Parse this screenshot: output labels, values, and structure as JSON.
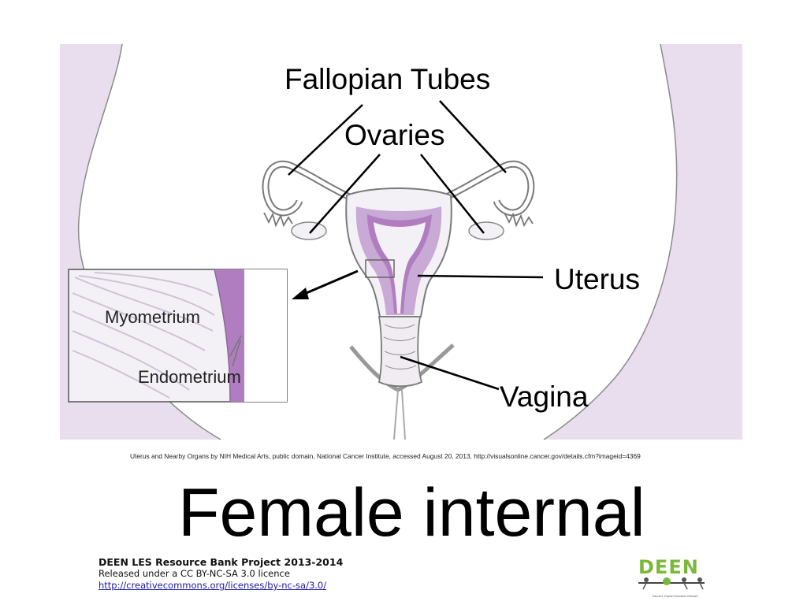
{
  "diagram": {
    "labels": {
      "fallopian_tubes": "Fallopian Tubes",
      "ovaries": "Ovaries",
      "uterus": "Uterus",
      "vagina": "Vagina"
    },
    "inset": {
      "myometrium": "Myometrium",
      "endometrium": "Endometrium"
    },
    "credit": "Uterus and Nearby Organs by NIH Medical Arts, public domain, National Cancer Institute, accessed August 20, 2013, http://visualsonline.cancer.gov/details.cfm?imageid=4369",
    "colors": {
      "body_fill": "#e9deee",
      "uterus_wall": "#c9a9d6",
      "endometrium": "#b07ec0",
      "tissue": "#f4f1f6",
      "outline": "#8a8a8a"
    }
  },
  "slide": {
    "title": "Female internal"
  },
  "footer": {
    "project": "DEEN LES Resource Bank Project 2013-2014",
    "license": "Released under a CC BY-NC-SA 3.0 licence",
    "link": "http://creativecommons.org/licenses/by-nc-sa/3.0/"
  },
  "logo": {
    "text": "DEEN",
    "subtext": "Dancers' English Education Network",
    "color": "#7ab83a"
  }
}
